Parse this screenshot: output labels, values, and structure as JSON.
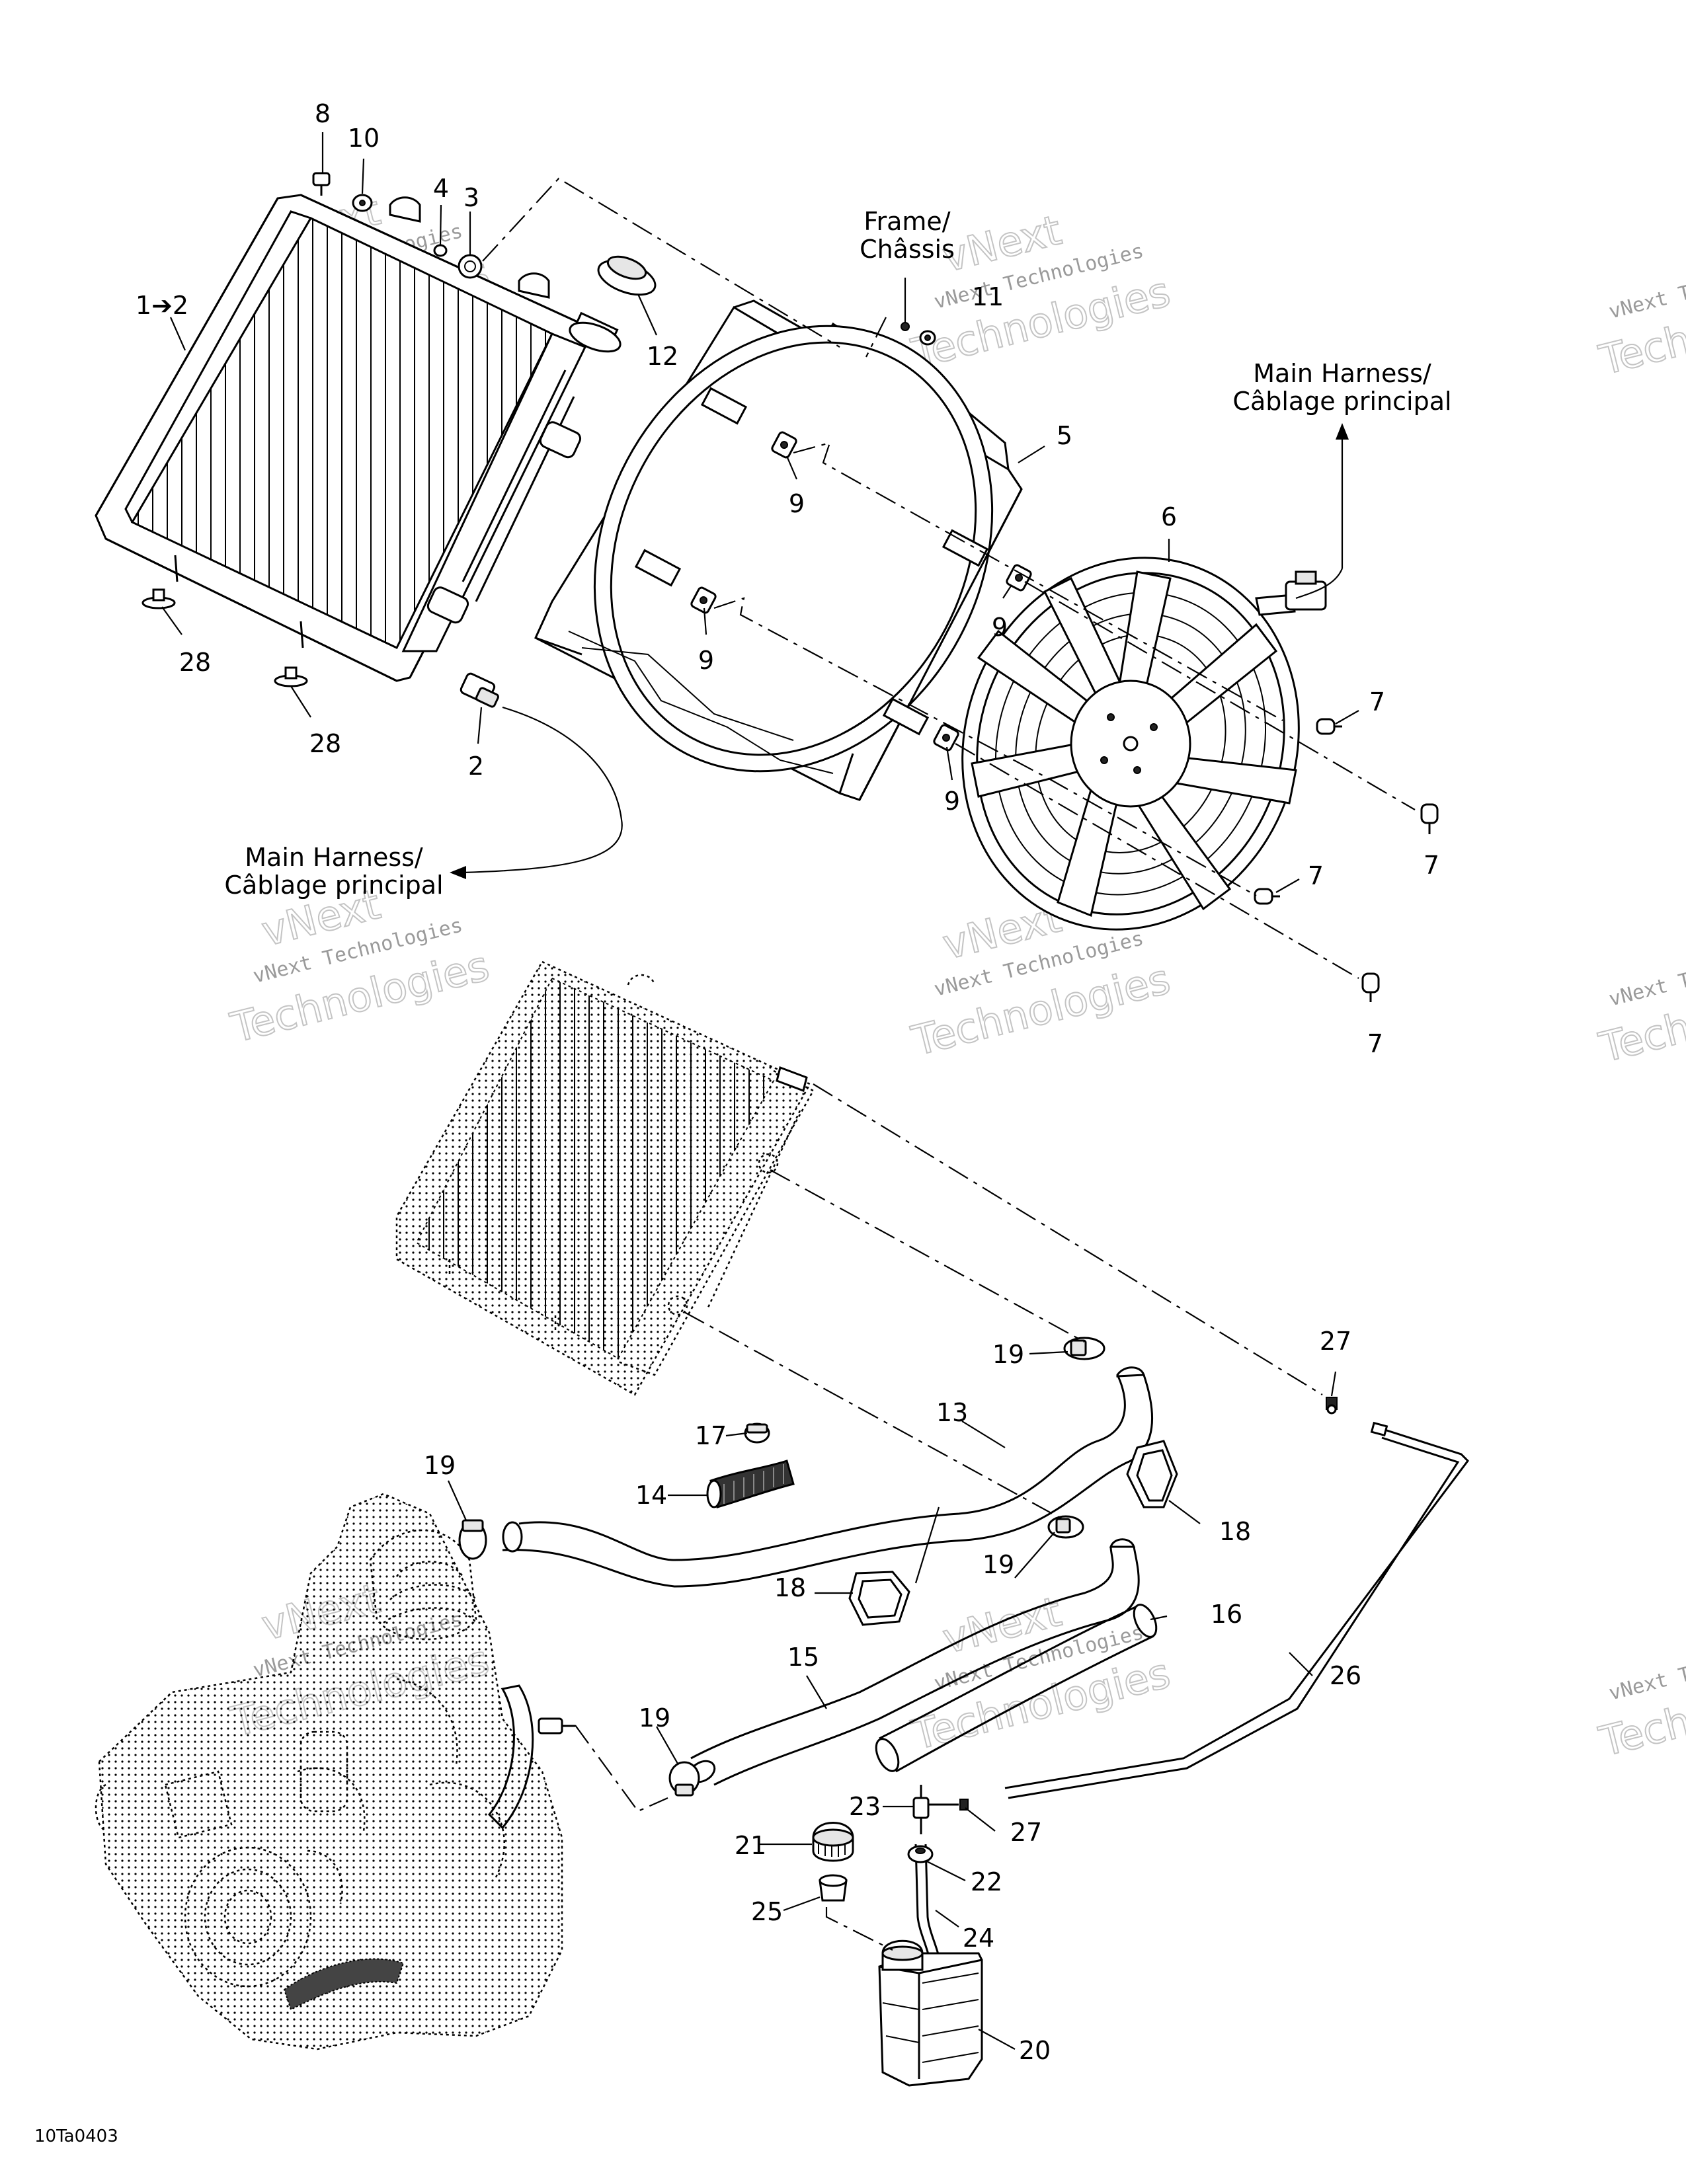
{
  "drawing_code": "10Ta0403",
  "notes": {
    "frame": [
      "Frame/",
      "Châssis"
    ],
    "main_harness_top": [
      "Main Harness/",
      "Câblage principal"
    ],
    "main_harness_left": [
      "Main Harness/",
      "Câblage principal"
    ]
  },
  "watermark": {
    "line1": "vNext Technologies",
    "line2a": "vNext",
    "line2b": "Technologies"
  },
  "callouts": [
    {
      "id": "c8",
      "text": "8"
    },
    {
      "id": "c10",
      "text": "10"
    },
    {
      "id": "c4",
      "text": "4"
    },
    {
      "id": "c3",
      "text": "3"
    },
    {
      "id": "c1-2",
      "text": "1➔2"
    },
    {
      "id": "c12",
      "text": "12"
    },
    {
      "id": "c11",
      "text": "11"
    },
    {
      "id": "c5",
      "text": "5"
    },
    {
      "id": "c9a",
      "text": "9"
    },
    {
      "id": "c9b",
      "text": "9"
    },
    {
      "id": "c9c",
      "text": "9"
    },
    {
      "id": "c9d",
      "text": "9"
    },
    {
      "id": "c6",
      "text": "6"
    },
    {
      "id": "c7a",
      "text": "7"
    },
    {
      "id": "c7b",
      "text": "7"
    },
    {
      "id": "c7c",
      "text": "7"
    },
    {
      "id": "c7d",
      "text": "7"
    },
    {
      "id": "c28a",
      "text": "28"
    },
    {
      "id": "c28b",
      "text": "28"
    },
    {
      "id": "c2",
      "text": "2"
    },
    {
      "id": "c27a",
      "text": "27"
    },
    {
      "id": "c19a",
      "text": "19"
    },
    {
      "id": "c13",
      "text": "13"
    },
    {
      "id": "c17",
      "text": "17"
    },
    {
      "id": "c19b",
      "text": "19"
    },
    {
      "id": "c14",
      "text": "14"
    },
    {
      "id": "c18a",
      "text": "18"
    },
    {
      "id": "c19c",
      "text": "19"
    },
    {
      "id": "c18b",
      "text": "18"
    },
    {
      "id": "c16",
      "text": "16"
    },
    {
      "id": "c15",
      "text": "15"
    },
    {
      "id": "c26",
      "text": "26"
    },
    {
      "id": "c19d",
      "text": "19"
    },
    {
      "id": "c23",
      "text": "23"
    },
    {
      "id": "c27b",
      "text": "27"
    },
    {
      "id": "c21",
      "text": "21"
    },
    {
      "id": "c22",
      "text": "22"
    },
    {
      "id": "c25",
      "text": "25"
    },
    {
      "id": "c24",
      "text": "24"
    },
    {
      "id": "c20",
      "text": "20"
    }
  ]
}
